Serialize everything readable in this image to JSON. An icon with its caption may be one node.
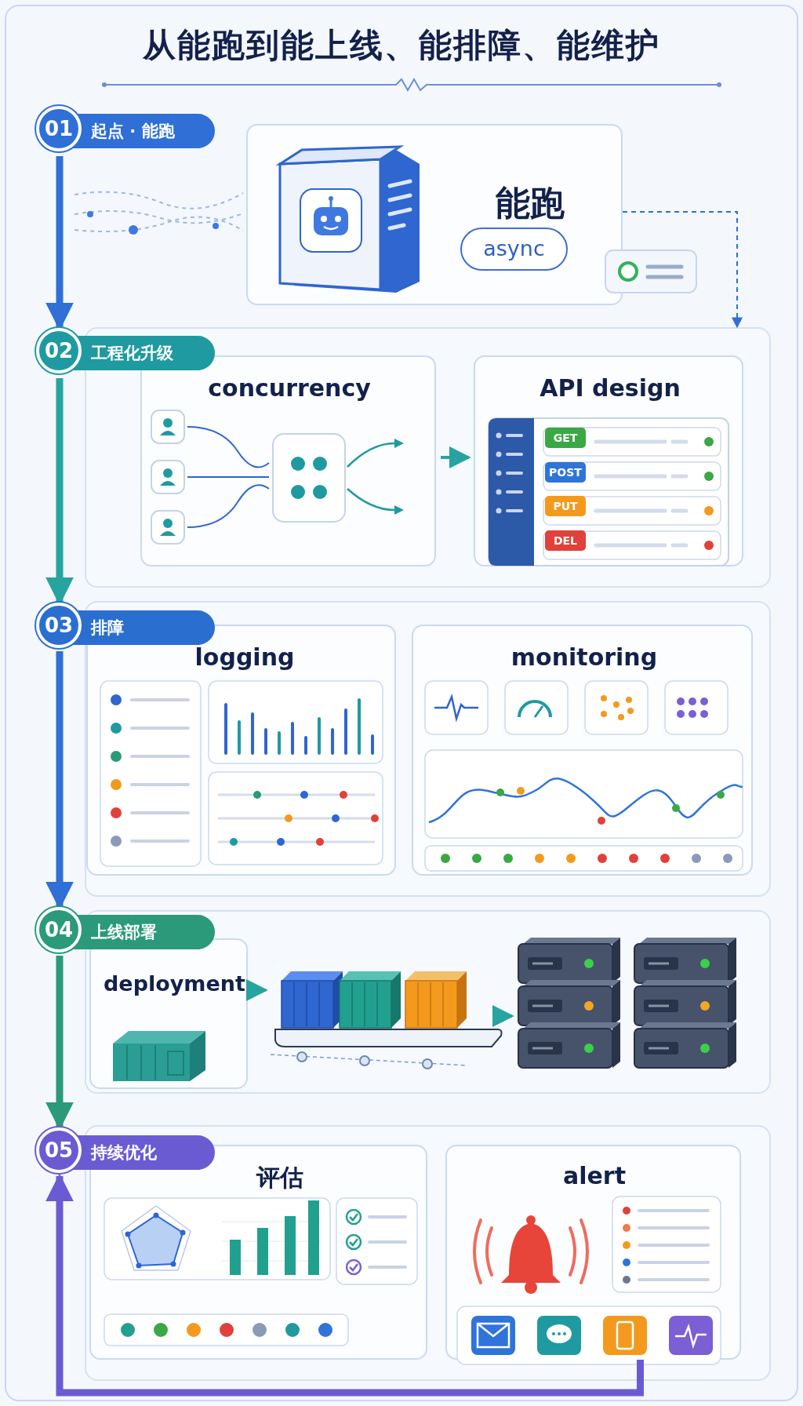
{
  "diagram": {
    "title": "从能跑到能上线、能排障、能维护",
    "nodes": [
      {
        "text": [
          "01",
          "起点 · 能跑"
        ]
      },
      {
        "text": [
          "能跑"
        ]
      },
      {
        "text": [
          "async"
        ],
        "in": 1
      },
      {
        "text": [
          "02",
          "工程化升级"
        ]
      },
      {
        "text": [],
        "shape": "box"
      },
      {
        "text": [
          "concurrency"
        ],
        "in": 4
      },
      {
        "text": [
          "API design"
        ],
        "in": 4
      },
      {
        "text": [
          "GET"
        ],
        "in": 6
      },
      {
        "text": [
          "POST"
        ],
        "in": 6
      },
      {
        "text": [
          "PUT"
        ],
        "in": 6
      },
      {
        "text": [
          "DEL"
        ],
        "in": 6
      },
      {
        "text": [
          "03",
          "排障"
        ]
      },
      {
        "text": [],
        "shape": "box"
      },
      {
        "text": [
          "logging"
        ],
        "in": 12
      },
      {
        "text": [
          "monitoring"
        ],
        "in": 12
      },
      {
        "text": [
          "04",
          "上线部署"
        ]
      },
      {
        "text": [],
        "shape": "box"
      },
      {
        "text": [
          "deployment"
        ],
        "in": 16
      },
      {
        "text": [],
        "shape": "picture",
        "in": 16
      },
      {
        "text": [],
        "shape": "picture",
        "in": 16
      },
      {
        "text": [
          "05",
          "持续优化"
        ]
      },
      {
        "text": [],
        "shape": "box"
      },
      {
        "text": [
          "评估"
        ],
        "in": 21
      },
      {
        "text": [
          "alert"
        ],
        "in": 21
      }
    ],
    "edges": [
      {
        "from": 0,
        "to": 3,
        "arrow": "to",
        "color": "#2f6fd6"
      },
      {
        "from": 3,
        "to": 11,
        "arrow": "to"
      },
      {
        "from": 11,
        "to": 15,
        "arrow": "to",
        "color": "#2f6fd6"
      },
      {
        "from": 15,
        "to": 20,
        "arrow": "to",
        "color": "#2a9a7a"
      },
      {
        "from": 23,
        "to": 20,
        "arrow": "to",
        "color": "#6b5bd2"
      },
      {
        "from": 5,
        "to": 6,
        "arrow": "to"
      },
      {
        "from": 17,
        "to": 18,
        "arrow": "to"
      },
      {
        "from": 18,
        "to": 19,
        "arrow": "to"
      },
      {
        "from": 1,
        "to": 4,
        "arrow": "to",
        "style": "dashed",
        "color": "#2f6fd6"
      }
    ]
  }
}
